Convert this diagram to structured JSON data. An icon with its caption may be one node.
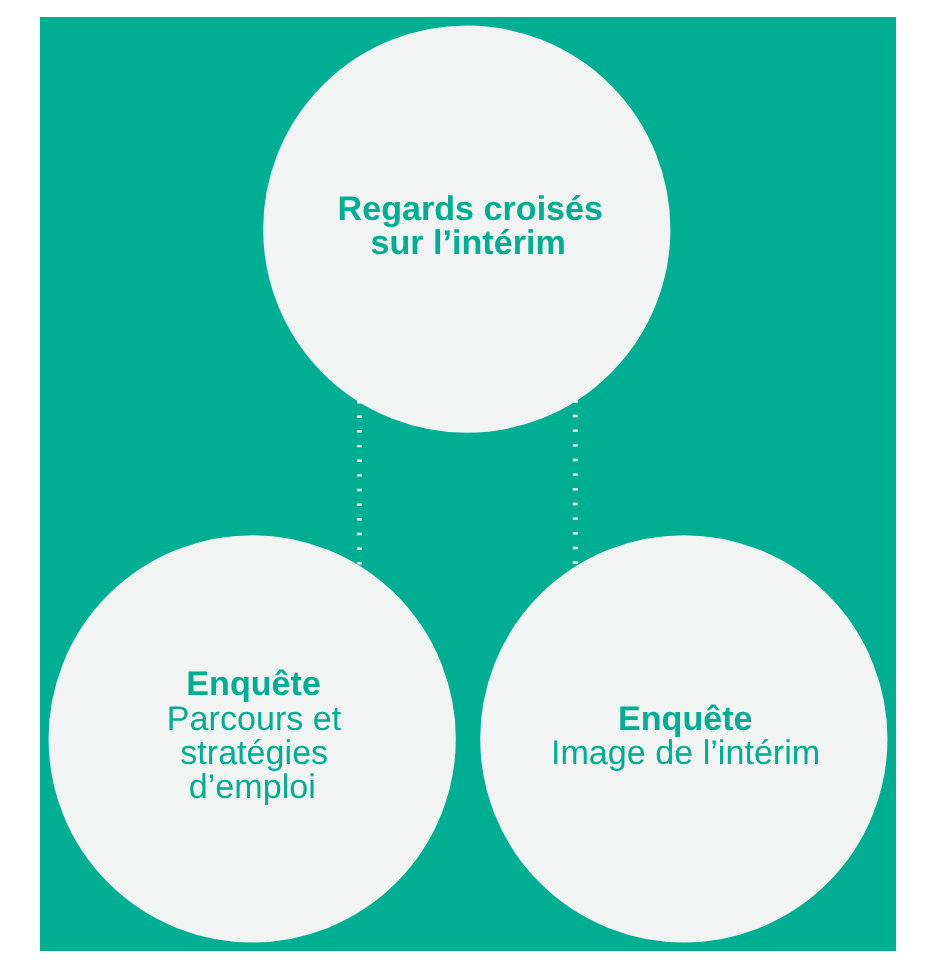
{
  "diagram": {
    "nodes": [
      {
        "text": [
          "Regards croisés sur l’intérim"
        ]
      },
      {
        "text": [
          "Enquête",
          "Parcours et stratégies d’emploi"
        ]
      },
      {
        "text": [
          "Enquête",
          "Image de l’intérim"
        ]
      }
    ],
    "edges": [
      {
        "from": 0,
        "to": 1,
        "arrow": "none",
        "style": "dashed"
      },
      {
        "from": 0,
        "to": 2,
        "arrow": "none",
        "style": "dashed"
      }
    ]
  }
}
